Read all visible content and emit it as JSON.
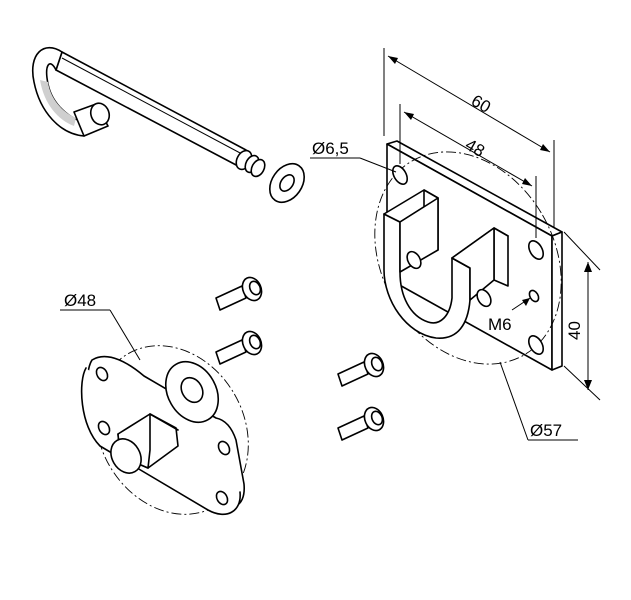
{
  "dimensions": {
    "overall_width": "60",
    "hole_spacing": "48",
    "height": "40",
    "hole_diameter": "Ø6,5",
    "thread": "M6",
    "bolt_circle_large": "Ø57",
    "bolt_circle_small": "Ø48"
  }
}
